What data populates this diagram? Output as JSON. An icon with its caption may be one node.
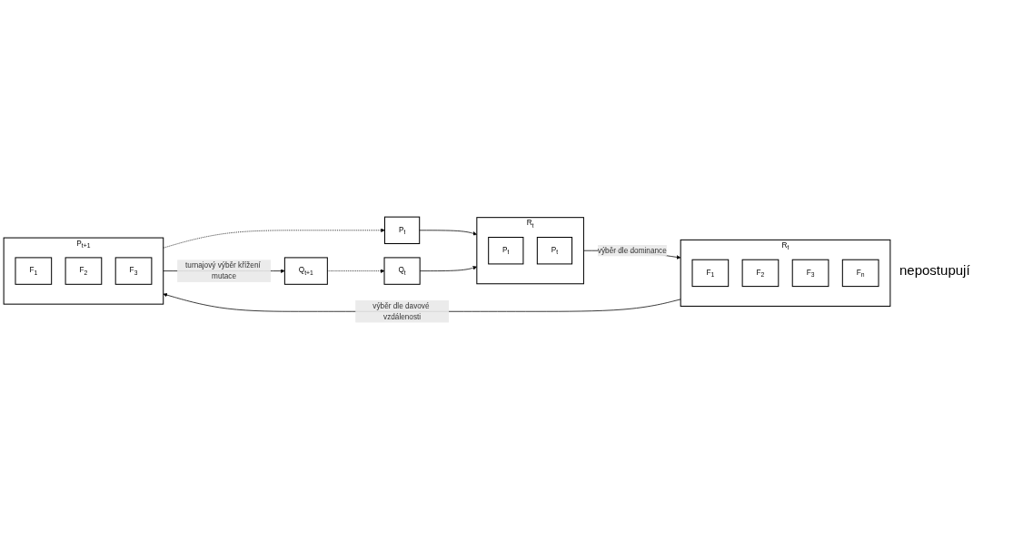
{
  "diagram": {
    "nodes": [
      {
        "text": [
          "P$_{t}$"
        ]
      },
      {
        "text": [
          "Q$_{t}$"
        ]
      },
      {
        "text": [
          "R$_{t}$"
        ]
      },
      {
        "text": [
          "P$_{t}$"
        ],
        "in": 2
      },
      {
        "text": [
          "P$_{t}$"
        ],
        "in": 2
      },
      {
        "text": [
          "R$_{t}$"
        ]
      },
      {
        "text": [
          "F$_{1}$"
        ],
        "in": 5
      },
      {
        "text": [
          "F$_{2}$"
        ],
        "in": 5
      },
      {
        "text": [
          "F$_{3}$"
        ],
        "in": 5
      },
      {
        "text": [
          "F$_{n}$"
        ],
        "in": 5
      },
      {
        "text": [
          "P$_{t+1}$"
        ]
      },
      {
        "text": [
          "F$_{1}$"
        ],
        "in": 10
      },
      {
        "text": [
          "F$_{2}$"
        ],
        "in": 10
      },
      {
        "text": [
          "F$_{3}$"
        ],
        "in": 10
      },
      {
        "text": [
          "Q$_{t+1}$"
        ]
      }
    ],
    "edges": [
      {
        "from": 0,
        "to": 2,
        "arrow": "to"
      },
      {
        "from": 1,
        "to": 2,
        "arrow": "to"
      },
      {
        "from": 2,
        "to": 5,
        "arrow": "to",
        "label": "výběr dle dominance"
      },
      {
        "from": 5,
        "to": 10,
        "arrow": "to",
        "label": "výběr dle davové vzdálenosti"
      },
      {
        "from": 10,
        "to": 14,
        "arrow": "to",
        "label": "turnajový výběr křížení mutace"
      },
      {
        "from": 10,
        "to": 0,
        "arrow": "to",
        "style": "dashed"
      },
      {
        "from": 14,
        "to": 1,
        "arrow": "to",
        "style": "dashed"
      }
    ],
    "labels": [
      "nepostupují"
    ]
  }
}
